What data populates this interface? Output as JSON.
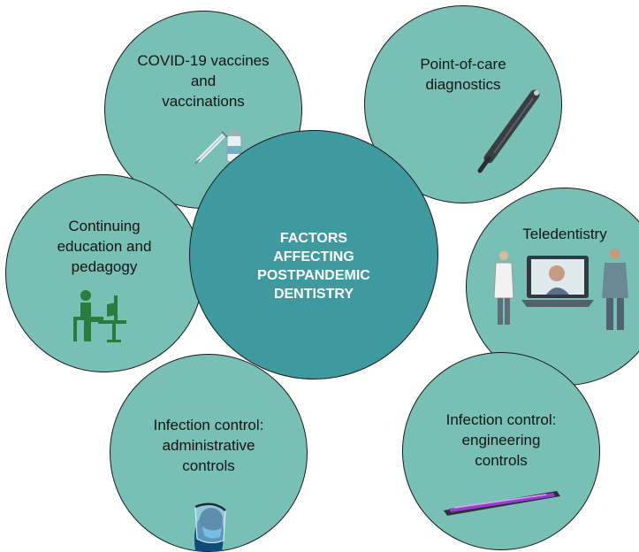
{
  "diagram": {
    "center": {
      "lines": [
        "FACTORS",
        "AFFECTING",
        "POSTPANDEMIC",
        "DENTISTRY"
      ]
    },
    "factors": [
      {
        "lines": [
          "COVID-19 vaccines",
          "and",
          "vaccinations"
        ],
        "icon": "vaccine-vial-syringe-icon"
      },
      {
        "lines": [
          "Point-of-care",
          "diagnostics"
        ],
        "icon": "diagnostic-pen-icon"
      },
      {
        "lines": [
          "Teledentistry"
        ],
        "icon": "telehealth-laptop-icon"
      },
      {
        "lines": [
          "Infection control:",
          "engineering",
          "controls"
        ],
        "icon": "uv-lamp-icon"
      },
      {
        "lines": [
          "Infection control:",
          "administrative",
          "controls"
        ],
        "icon": "face-shield-icon"
      },
      {
        "lines": [
          "Continuing",
          "education and",
          "pedagogy"
        ],
        "icon": "student-at-computer-icon"
      }
    ]
  },
  "colors": {
    "outer_circle": "#78bfb5",
    "center_circle": "#3f9aa0",
    "border": "#1b1b1b",
    "center_text": "#ffffff"
  }
}
